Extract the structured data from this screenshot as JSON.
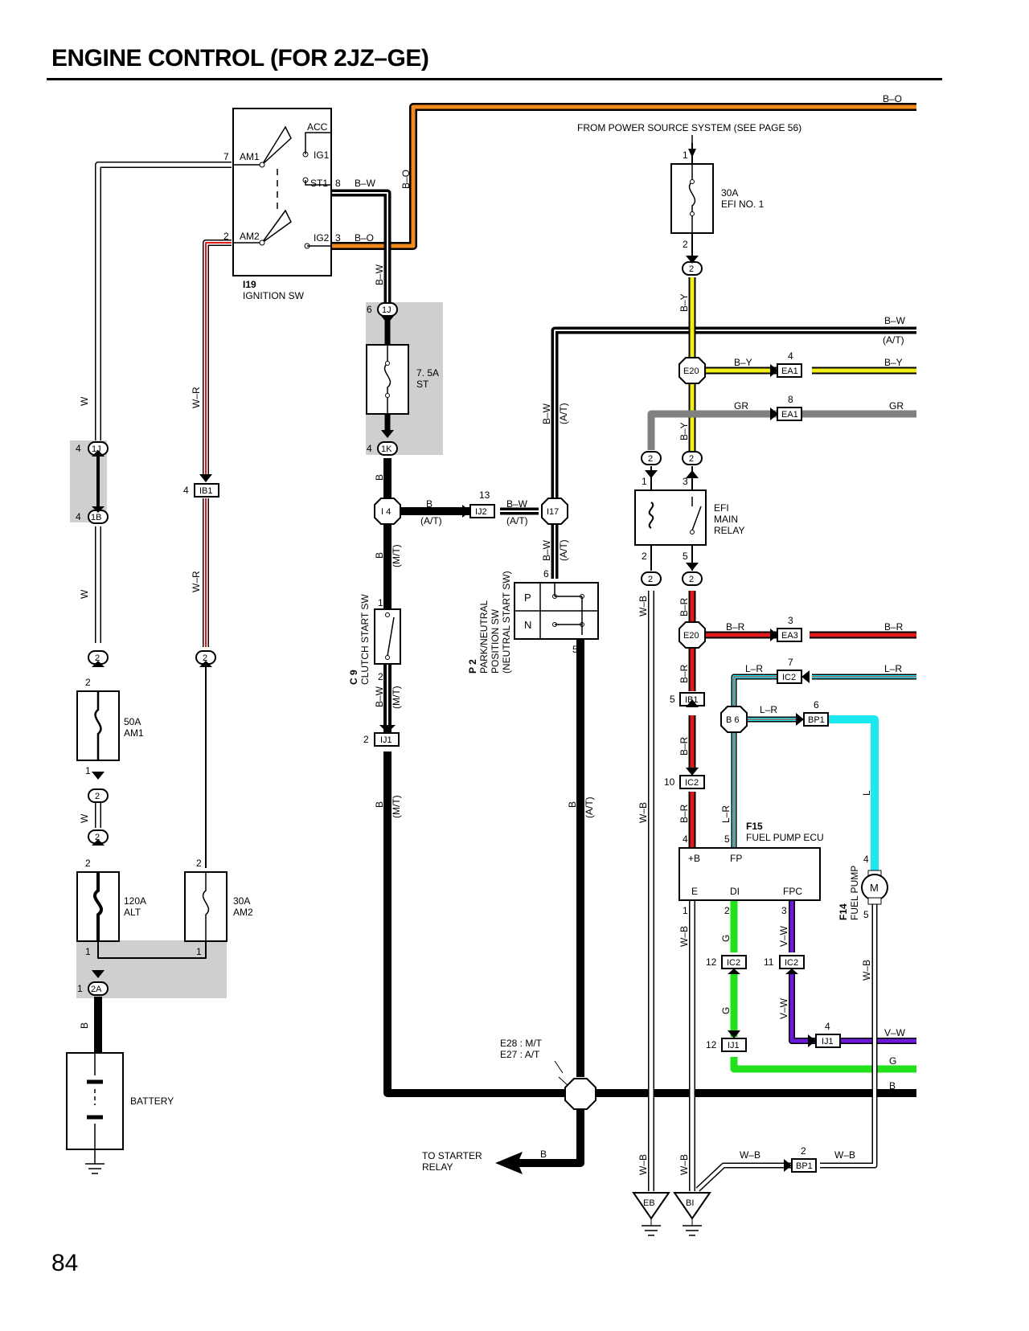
{
  "page": {
    "title": "ENGINE CONTROL (FOR 2JZ–GE)",
    "number": "84"
  },
  "notes": {
    "from_power": "FROM POWER SOURCE SYSTEM (SEE PAGE 56)",
    "to_starter_1": "TO STARTER",
    "to_starter_2": "RELAY",
    "ground_note_1": "E28 : M/T",
    "ground_note_2": "E27 : A/T"
  },
  "components": {
    "ignition_sw": {
      "code": "I19",
      "name": "IGNITION SW",
      "pins": [
        "ACC",
        "IG1",
        "ST1",
        "AM1",
        "AM2",
        "IG2"
      ]
    },
    "fuse_st": {
      "rating": "7. 5A",
      "name": "ST"
    },
    "fuse_efi": {
      "rating": "30A",
      "name": "EFI NO. 1"
    },
    "fuse_am1": {
      "rating": "50A",
      "name": "AM1"
    },
    "fuse_alt": {
      "rating": "120A",
      "name": "ALT"
    },
    "fuse_am2": {
      "rating": "30A",
      "name": "AM2"
    },
    "battery": {
      "name": "BATTERY"
    },
    "efi_relay": {
      "l1": "EFI",
      "l2": "MAIN",
      "l3": "RELAY"
    },
    "clutch_sw": {
      "code": "C 9",
      "name": "CLUTCH START SW"
    },
    "pnp_sw": {
      "code": "P 2",
      "l1": "PARK/NEUTRAL",
      "l2": "POSITION SW",
      "l3": "(NEUTRAL START SW)",
      "p": "P",
      "n": "N"
    },
    "fuel_pump_ecu": {
      "code": "F15",
      "name": "FUEL PUMP ECU",
      "pins": [
        "+B",
        "FP",
        "E",
        "DI",
        "FPC"
      ]
    },
    "fuel_pump": {
      "code": "F14",
      "name": "FUEL PUMP",
      "symbol": "M"
    }
  },
  "wire_colors": {
    "B": "#000000",
    "W": "#ffffff",
    "R": "#e01a1a",
    "O": "#f08a1c",
    "Y": "#f2ee1a",
    "GR": "#808080",
    "L": "#1ce8f0",
    "G": "#22e01a",
    "V": "#6a1ad8"
  },
  "connectors": {
    "c2": "2",
    "c1J": "1J",
    "c1K": "1K",
    "c1B": "1B",
    "c2A": "2A",
    "IB1": "IB1",
    "IJ1": "IJ1",
    "IJ2": "IJ2",
    "IC2": "IC2",
    "EA1": "EA1",
    "EA3": "EA3",
    "BP1": "BP1",
    "E20": "E20",
    "I4": "I 4",
    "I17": "I17",
    "B6": "B 6",
    "EB": "EB",
    "BI": "BI"
  },
  "labels": {
    "BO": "B–O",
    "BW": "B–W",
    "B": "B",
    "W": "W",
    "WR": "W–R",
    "BY": "B–Y",
    "GR": "GR",
    "BR": "B–R",
    "LR": "L–R",
    "L": "L",
    "G": "G",
    "VW": "V–W",
    "WB": "W–B",
    "AT": "(A/T)",
    "MT": "(M/T)"
  },
  "pin_numbers": {
    "p1": "1",
    "p2": "2",
    "p3": "3",
    "p4": "4",
    "p5": "5",
    "p6": "6",
    "p7": "7",
    "p8": "8",
    "p10": "10",
    "p11": "11",
    "p12": "12",
    "p13": "13"
  }
}
